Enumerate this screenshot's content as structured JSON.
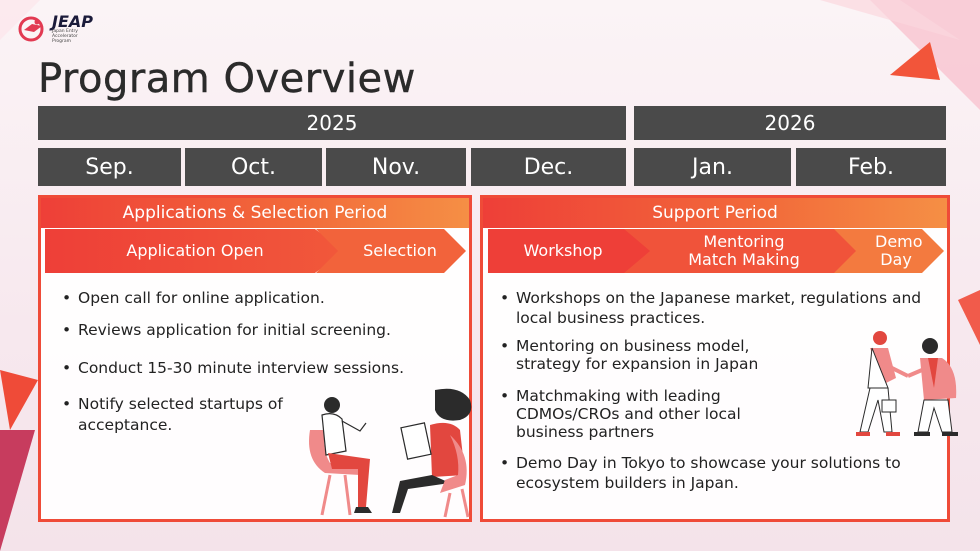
{
  "logo": {
    "name": "JEAP",
    "subtitle": "Japan Entry Accelerator Program"
  },
  "title": "Program Overview",
  "years": [
    "2025",
    "2026"
  ],
  "months": [
    "Sep.",
    "Oct.",
    "Nov.",
    "Dec.",
    "Jan.",
    "Feb."
  ],
  "left_panel": {
    "header": "Applications & Selection Period",
    "stages": [
      "Application Open",
      "Selection"
    ],
    "bullets": [
      "Open call for online application.",
      "Reviews application for initial screening.",
      "Conduct 15-30 minute interview sessions.",
      "Notify selected startups of acceptance."
    ]
  },
  "right_panel": {
    "header": "Support Period",
    "stages": [
      "Workshop",
      "Mentoring Match Making",
      "Demo Day"
    ],
    "bullets": [
      "Workshops on the Japanese market, regulations and local business practices.",
      "Mentoring on business model, strategy for expansion  in Japan",
      "Matchmaking with leading CDMOs/CROs and other local business partners",
      "Demo Day in Tokyo to showcase your solutions to ecosystem builders in Japan."
    ]
  },
  "colors": {
    "accent": "#ef4b38",
    "accent_light": "#f58f45",
    "bar": "#4a4a4a"
  },
  "illustrations": [
    "interview-illustration",
    "handshake-illustration"
  ]
}
